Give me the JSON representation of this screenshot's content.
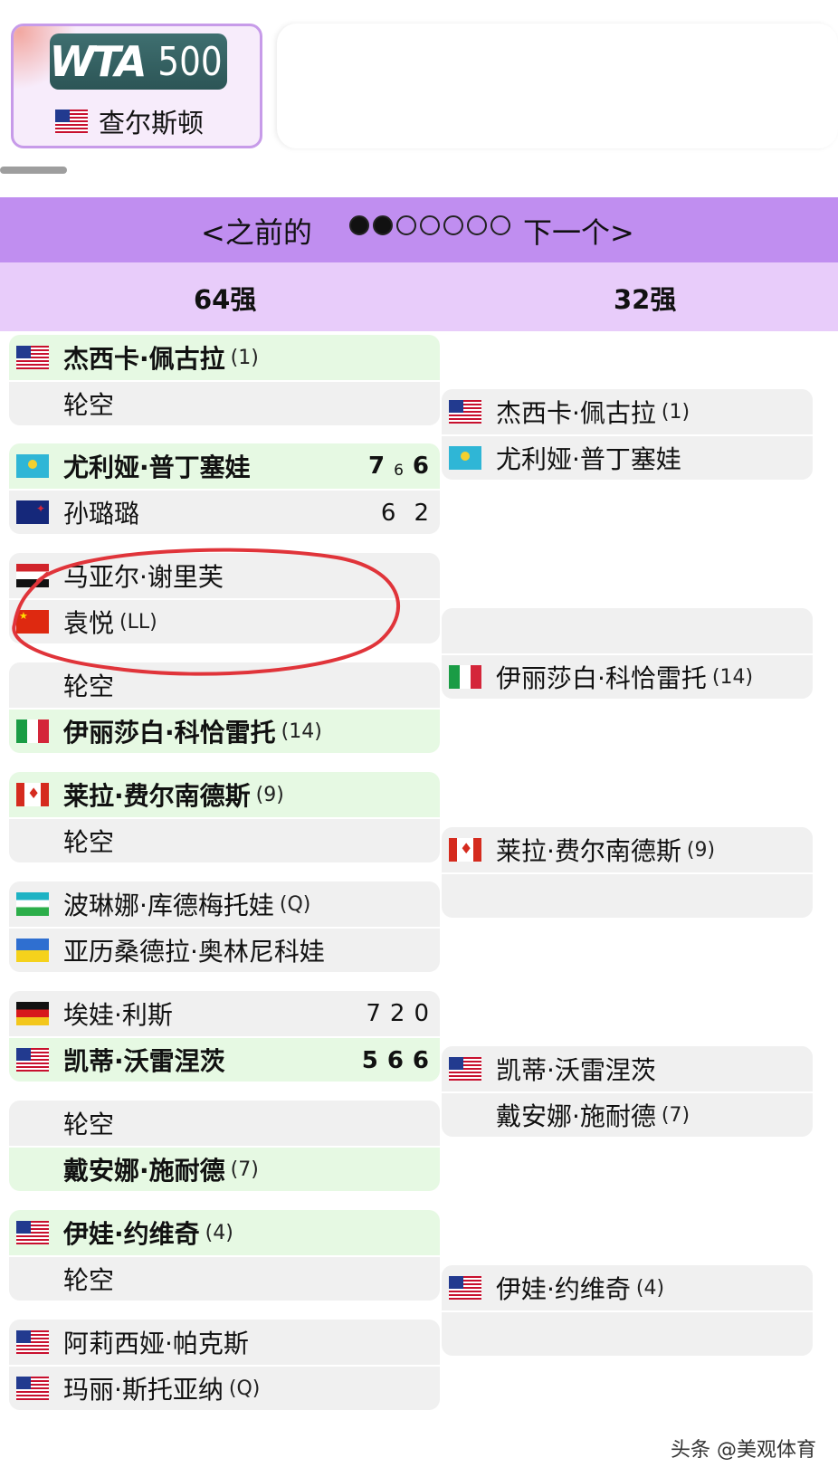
{
  "tournament": {
    "logo_letters": "WTA",
    "logo_number": "500",
    "flag": "us-flag-icon",
    "city": "查尔斯顿"
  },
  "nav": {
    "prev_label": "<之前的",
    "next_label": "下一个>",
    "page_index": 2,
    "page_count": 7
  },
  "rounds": [
    "64强",
    "32强"
  ],
  "round64": [
    [
      {
        "flag": "us",
        "name": "杰西卡·佩古拉",
        "seed": "(1)",
        "win": true
      },
      {
        "flag": "",
        "name": "轮空",
        "seed": "",
        "win": false
      }
    ],
    [
      {
        "flag": "kz",
        "name": "尤利娅·普丁塞娃",
        "seed": "",
        "win": true,
        "score": [
          "7",
          "6",
          "6"
        ]
      },
      {
        "flag": "nz",
        "name": "孙璐璐",
        "seed": "",
        "win": false,
        "score": [
          "6",
          "",
          "2"
        ]
      }
    ],
    [
      {
        "flag": "eg",
        "name": "马亚尔·谢里芙",
        "seed": "",
        "win": false
      },
      {
        "flag": "cn",
        "name": "袁悦",
        "seed": "(LL)",
        "win": false
      }
    ],
    [
      {
        "flag": "",
        "name": "轮空",
        "seed": "",
        "win": false
      },
      {
        "flag": "it",
        "name": "伊丽莎白·科恰雷托",
        "seed": "(14)",
        "win": true
      }
    ],
    [
      {
        "flag": "ca",
        "name": "莱拉·费尔南德斯",
        "seed": "(9)",
        "win": true
      },
      {
        "flag": "",
        "name": "轮空",
        "seed": "",
        "win": false
      }
    ],
    [
      {
        "flag": "uz",
        "name": "波琳娜·库德梅托娃",
        "seed": "(Q)",
        "win": false
      },
      {
        "flag": "ua",
        "name": "亚历桑德拉·奥林尼科娃",
        "seed": "",
        "win": false
      }
    ],
    [
      {
        "flag": "de",
        "name": "埃娃·利斯",
        "seed": "",
        "win": false,
        "score": [
          "7",
          "2",
          "0"
        ]
      },
      {
        "flag": "us",
        "name": "凯蒂·沃雷涅茨",
        "seed": "",
        "win": true,
        "score": [
          "5",
          "6",
          "6"
        ]
      }
    ],
    [
      {
        "flag": "",
        "name": "轮空",
        "seed": "",
        "win": false
      },
      {
        "flag": "",
        "name": "戴安娜·施耐德",
        "seed": "(7)",
        "win": true
      }
    ],
    [
      {
        "flag": "us",
        "name": "伊娃·约维奇",
        "seed": "(4)",
        "win": true
      },
      {
        "flag": "",
        "name": "轮空",
        "seed": "",
        "win": false
      }
    ],
    [
      {
        "flag": "us",
        "name": "阿莉西娅·帕克斯",
        "seed": "",
        "win": false
      },
      {
        "flag": "us",
        "name": "玛丽·斯托亚纳",
        "seed": "(Q)",
        "win": false
      }
    ]
  ],
  "round32": [
    [
      {
        "flag": "us",
        "name": "杰西卡·佩古拉",
        "seed": "(1)"
      },
      {
        "flag": "kz",
        "name": "尤利娅·普丁塞娃",
        "seed": ""
      }
    ],
    [
      {
        "flag": "",
        "name": "",
        "seed": ""
      },
      {
        "flag": "it",
        "name": "伊丽莎白·科恰雷托",
        "seed": "(14)"
      }
    ],
    [
      {
        "flag": "ca",
        "name": "莱拉·费尔南德斯",
        "seed": "(9)"
      },
      {
        "flag": "",
        "name": "",
        "seed": ""
      }
    ],
    [
      {
        "flag": "us",
        "name": "凯蒂·沃雷涅茨",
        "seed": ""
      },
      {
        "flag": "",
        "name": "戴安娜·施耐德",
        "seed": "(7)"
      }
    ],
    [
      {
        "flag": "us",
        "name": "伊娃·约维奇",
        "seed": "(4)"
      },
      {
        "flag": "",
        "name": "",
        "seed": ""
      }
    ]
  ],
  "annotation_color": "#e0343a",
  "watermark": "头条 @美观体育"
}
